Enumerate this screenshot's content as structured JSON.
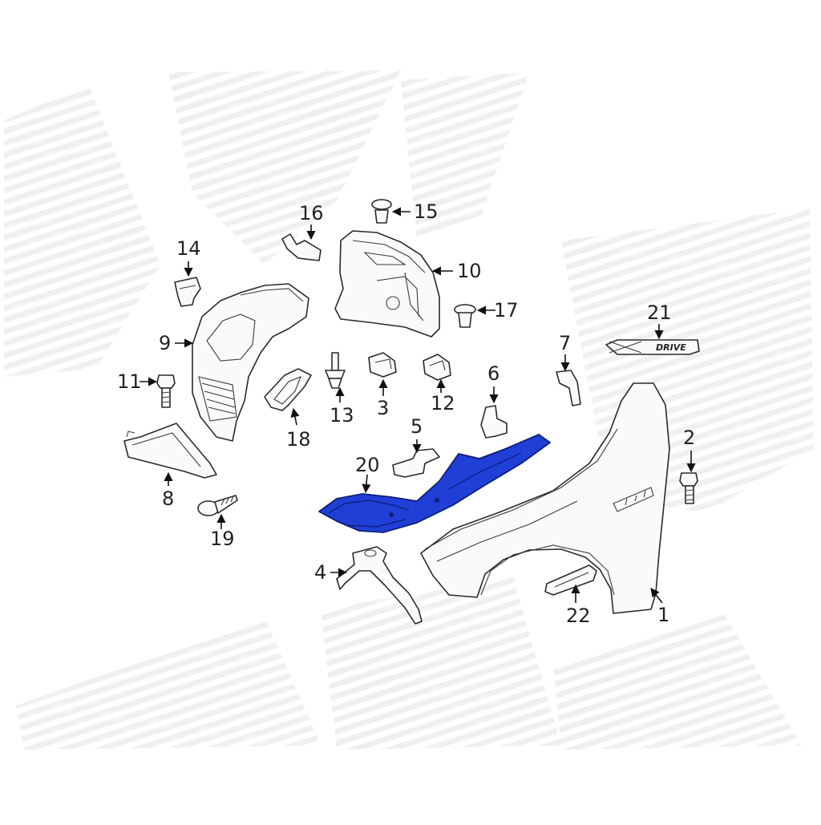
{
  "diagram": {
    "highlight_color": "#1f3fd6",
    "badge_text": "DRIVE",
    "labels": {
      "p1": "1",
      "p2": "2",
      "p3": "3",
      "p4": "4",
      "p5": "5",
      "p6": "6",
      "p7": "7",
      "p8": "8",
      "p9": "9",
      "p10": "10",
      "p11": "11",
      "p12": "12",
      "p13": "13",
      "p14": "14",
      "p15": "15",
      "p16": "16",
      "p17": "17",
      "p18": "18",
      "p19": "19",
      "p20": "20",
      "p21": "21",
      "p22": "22"
    }
  }
}
